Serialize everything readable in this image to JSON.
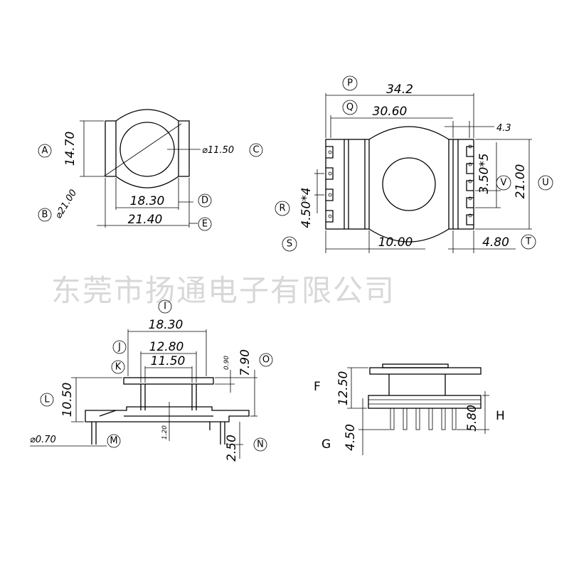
{
  "watermark": "东莞市扬通电子有限公司",
  "views": {
    "top_left": {
      "labels": {
        "a": "A",
        "b": "B",
        "c": "C",
        "d": "D",
        "e": "E"
      },
      "dims": {
        "a": "14.70",
        "b": "⌀21.00",
        "c": "⌀11.50",
        "d": "18.30",
        "e": "21.40"
      }
    },
    "top_right": {
      "labels": {
        "p": "P",
        "q": "Q",
        "r": "R",
        "s": "S",
        "t": "T",
        "u": "U",
        "v": "V"
      },
      "dims": {
        "p": "34.2",
        "q": "30.60",
        "q_side": "4.3",
        "r": "4.50*4",
        "s": "10.00",
        "t": "4.80",
        "u": "21.00",
        "v": "3.50*5"
      }
    },
    "bottom_left": {
      "labels": {
        "i": "I",
        "j": "J",
        "k": "K",
        "l": "L",
        "m": "M",
        "n": "N",
        "o": "O"
      },
      "dims": {
        "i": "18.30",
        "j": "12.80",
        "k": "11.50",
        "l": "10.50",
        "m": "⌀0.70",
        "n": "2.50",
        "o": "7.90",
        "o_small": "0.90",
        "center": "1.20"
      }
    },
    "bottom_right": {
      "labels": {
        "f": "F",
        "g": "G",
        "h": "H"
      },
      "dims": {
        "f": "12.50",
        "g": "4.50",
        "h": "5.80"
      }
    }
  }
}
